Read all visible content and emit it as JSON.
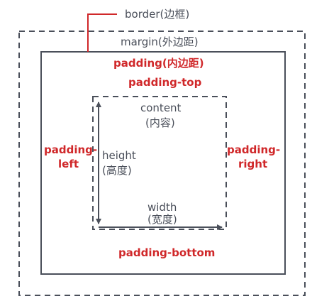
{
  "labels": {
    "border": "border(边框)",
    "margin": "margin(外边距)",
    "padding": "padding(内边距)",
    "padding_top": "padding-top",
    "padding_left_1": "padding-",
    "padding_left_2": "left",
    "padding_right_1": "padding-",
    "padding_right_2": "right",
    "padding_bottom": "padding-bottom",
    "content": "content",
    "content_cn": "(内容)",
    "height": "height",
    "height_cn": "(高度)",
    "width": "width",
    "width_cn": "(宽度)"
  },
  "colors": {
    "dark": "#4a4f5a",
    "accent": "#d0282a",
    "background": "#ffffff"
  }
}
